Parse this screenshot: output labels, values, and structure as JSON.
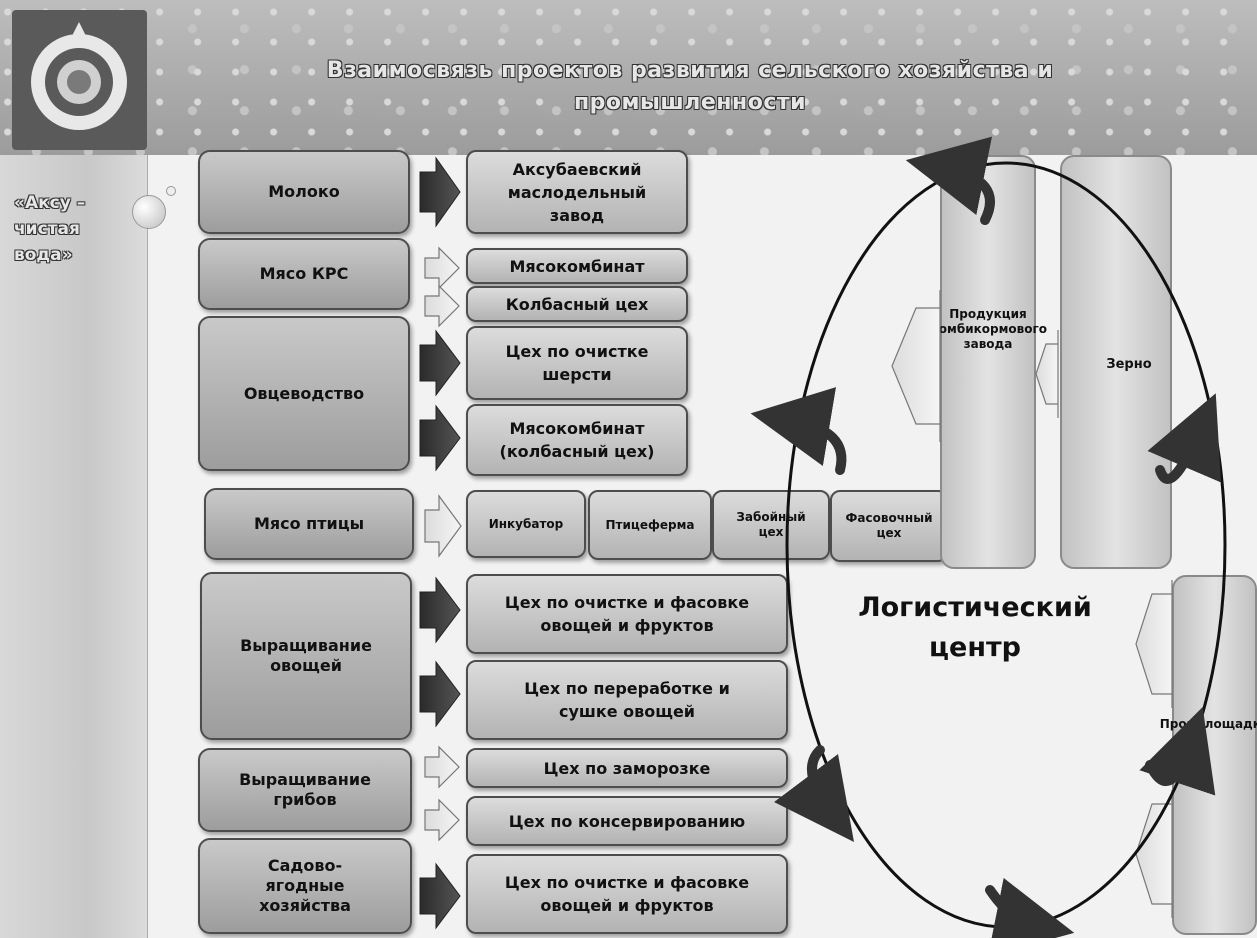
{
  "title": "Взаимосвязь проектов развития сельского хозяйства и промышленности",
  "slogan": "«Аксу –\nчистая\nвода»",
  "sources": [
    {
      "label": "Молоко"
    },
    {
      "label": "Мясо КРС"
    },
    {
      "label": "Овцеводство"
    },
    {
      "label": "Мясо птицы"
    },
    {
      "label": "Выращивание овощей"
    },
    {
      "label": "Выращивание грибов"
    },
    {
      "label": "Садово-ягодные хозяйства"
    }
  ],
  "targets": [
    {
      "label": "Аксубаевский маслодельный завод"
    },
    {
      "label": "Мясокомбинат"
    },
    {
      "label": "Колбасный цех"
    },
    {
      "label": "Цех по очистке шерсти"
    },
    {
      "label": "Мясокомбинат (колбасный цех)"
    },
    {
      "label": "Цех по очистке и фасовке овощей и фруктов"
    },
    {
      "label": "Цех по переработке и сушке овощей"
    },
    {
      "label": "Цех по заморозке"
    },
    {
      "label": "Цех по консервированию"
    },
    {
      "label": "Цех по очистке и фасовке овощей и фруктов"
    }
  ],
  "poultry_chain": [
    {
      "label": "Инкубатор"
    },
    {
      "label": "Птицеферма"
    },
    {
      "label": "Забойный цех"
    },
    {
      "label": "Фасовочный цех"
    }
  ],
  "columns": {
    "feed_mill": "Продукция Комбикормового завода",
    "grain": "Зерно",
    "industrial": "Промплощадки"
  },
  "center_label": "Логистический центр"
}
